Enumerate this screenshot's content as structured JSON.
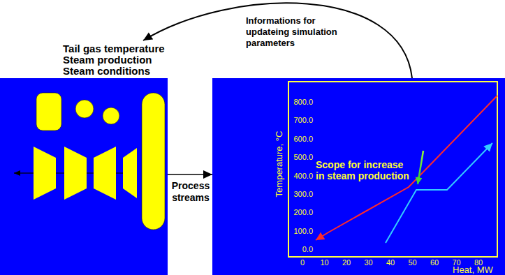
{
  "diagram": {
    "nodes": [
      {
        "text": [
          "Tail gas temperature Steam production Steam conditions"
        ]
      },
      {
        "text": [
          "Scope for increase in steam production"
        ]
      }
    ],
    "edges": [
      {
        "from": 0,
        "to": 1,
        "arrow": "to",
        "label": "Process streams"
      },
      {
        "from": 1,
        "to": 0,
        "arrow": "to",
        "label": "Informations for updateing simulation parameters"
      }
    ],
    "labels": [
      "Temperature, °C",
      "800.0",
      "700.0",
      "600.0",
      "500.0",
      "400.0",
      "300.0",
      "200.0",
      "100.0",
      "0.0",
      "0",
      "10",
      "20",
      "30",
      "40",
      "50",
      "60",
      "70",
      "80",
      "Heat, MW"
    ]
  }
}
